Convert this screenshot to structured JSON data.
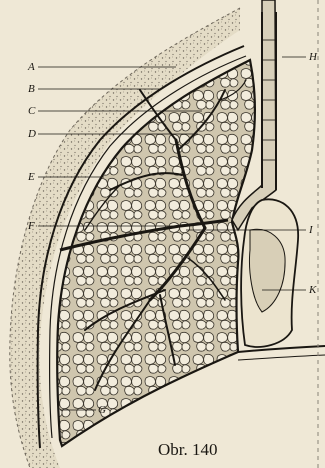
{
  "figure": {
    "caption": "Obr. 140",
    "labels": {
      "A": "A",
      "B": "B",
      "C": "C",
      "D": "D",
      "E": "E",
      "F": "F",
      "G": "G",
      "H": "H",
      "I": "I",
      "K": "K"
    }
  },
  "colors": {
    "paper": "#efe8d6",
    "ink": "#1a1712",
    "stipple": "#8a8378"
  }
}
